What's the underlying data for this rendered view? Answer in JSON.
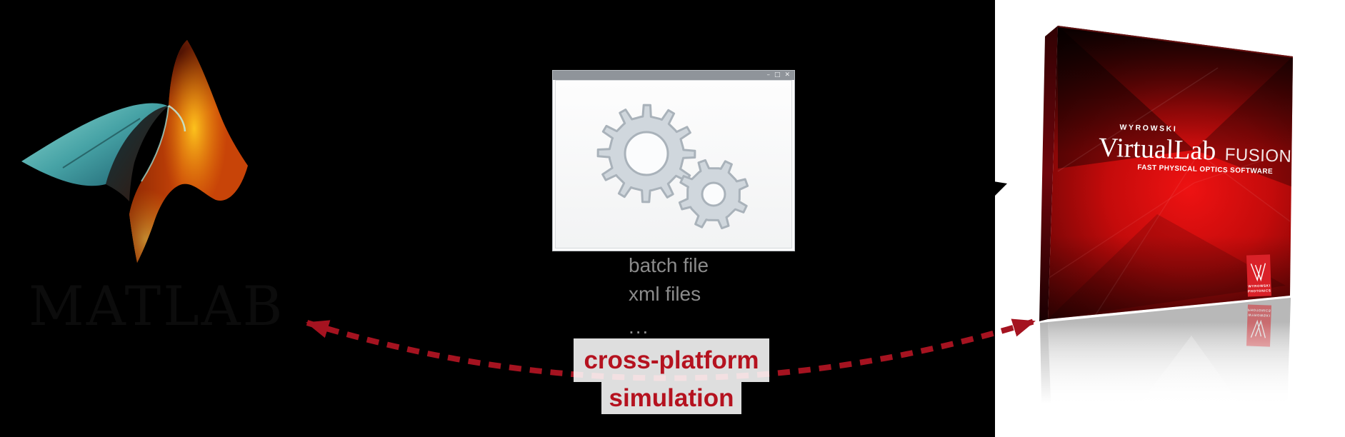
{
  "matlab": {
    "wordmark": "MATLAB"
  },
  "window": {
    "controls": {
      "minimize": "–",
      "maximize": "□",
      "close": "✕"
    },
    "files": [
      "batch file",
      "xml files",
      "..."
    ]
  },
  "label": {
    "line1": "cross-platform",
    "line2": "simulation"
  },
  "product_box": {
    "brand": "WYROWSKI",
    "title": "VirtualLab",
    "edition": "FUSION",
    "tagline": "FAST PHYSICAL OPTICS SOFTWARE",
    "logo": {
      "line1": "WYROWSKI",
      "line2": "PHOTONICS"
    }
  },
  "colors": {
    "background": "#000000",
    "accent_red": "#b5121f",
    "arrow_red": "#a51320",
    "box_red": "#cf0f10",
    "matlab_orange": "#e06a10",
    "matlab_teal": "#3a9aa0",
    "gear_gray": "#d0d7dd",
    "text_gray": "#8b8b8b"
  }
}
